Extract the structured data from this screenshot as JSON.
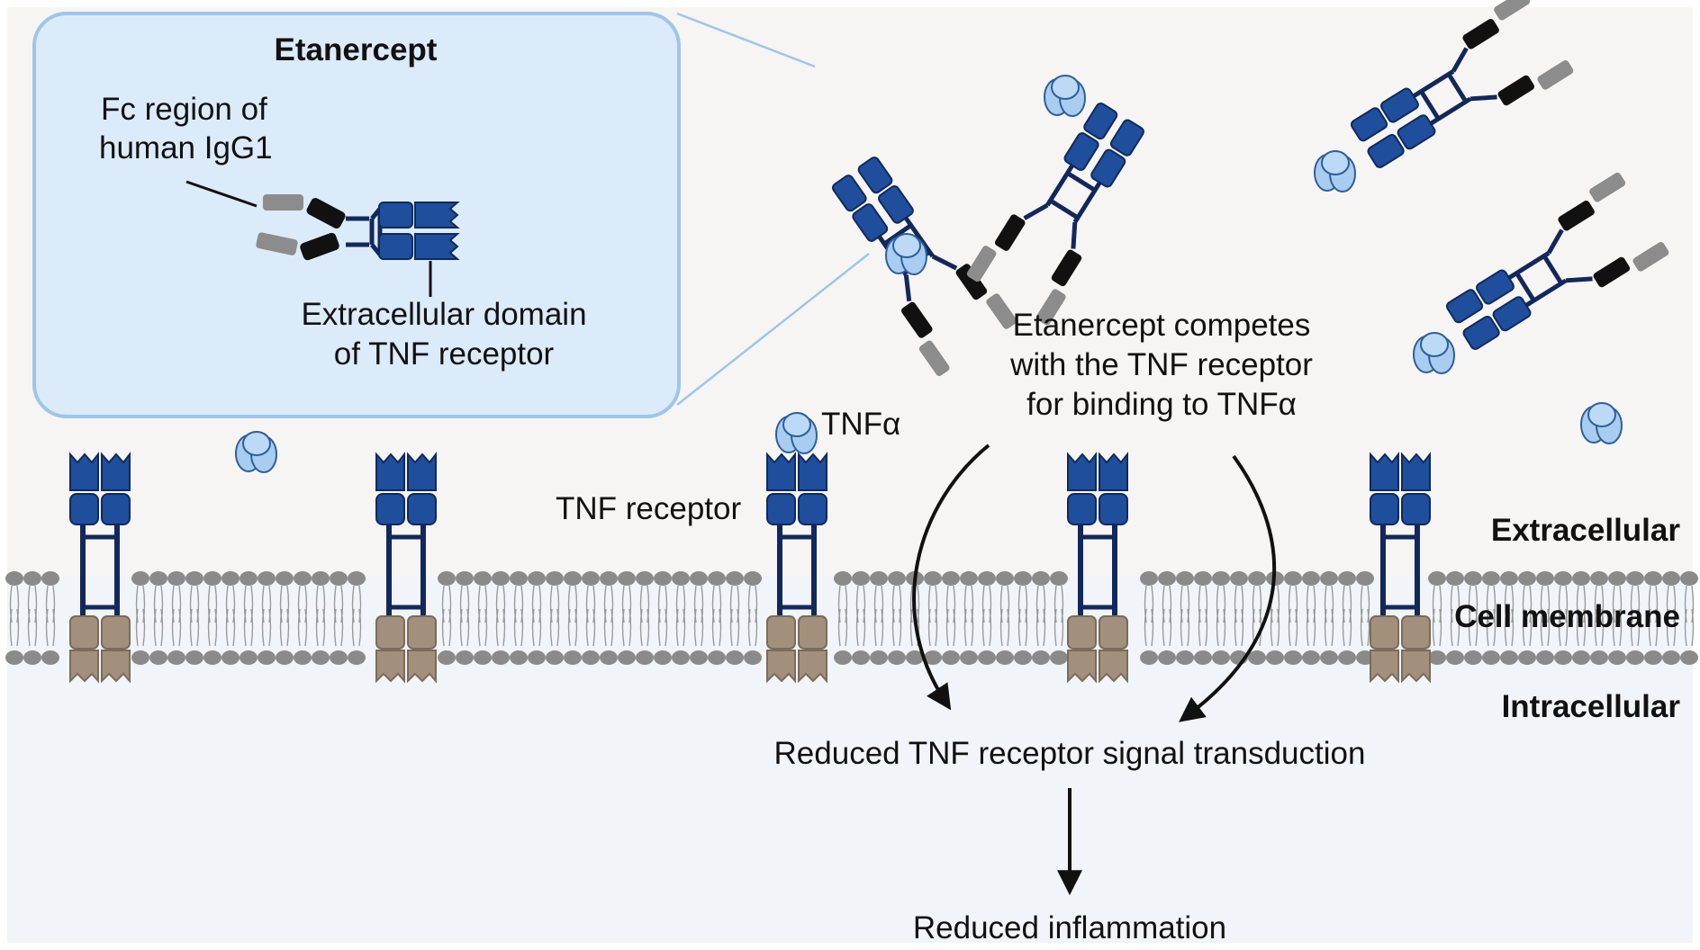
{
  "inset": {
    "title": "Etanercept",
    "fc_label_line1": "Fc region of",
    "fc_label_line2": "human IgG1",
    "ecd_label_line1": "Extracellular domain",
    "ecd_label_line2": "of TNF receptor"
  },
  "labels": {
    "competes_line1": "Etanercept competes",
    "competes_line2": "with the TNF receptor",
    "competes_line3": "for binding to TNFα",
    "tnf_alpha": "TNFα",
    "tnf_receptor": "TNF receptor",
    "extracellular": "Extracellular",
    "cell_membrane": "Cell membrane",
    "intracellular": "Intracellular",
    "reduced_signal": "Reduced TNF receptor signal transduction",
    "reduced_inflammation": "Reduced inflammation"
  },
  "colors": {
    "receptor_blue": "#1f4e9c",
    "receptor_outline": "#0f2a5c",
    "linker_navy": "#13285a",
    "tnf_light_blue": "#a8cdf0",
    "fc_black": "#111111",
    "fc_grey": "#8c8c8c",
    "membrane_head": "#8a8a8a",
    "intracellular_tan": "#a3907c",
    "inset_fill": "#dcebfa",
    "inset_border": "#9dc6ea"
  }
}
